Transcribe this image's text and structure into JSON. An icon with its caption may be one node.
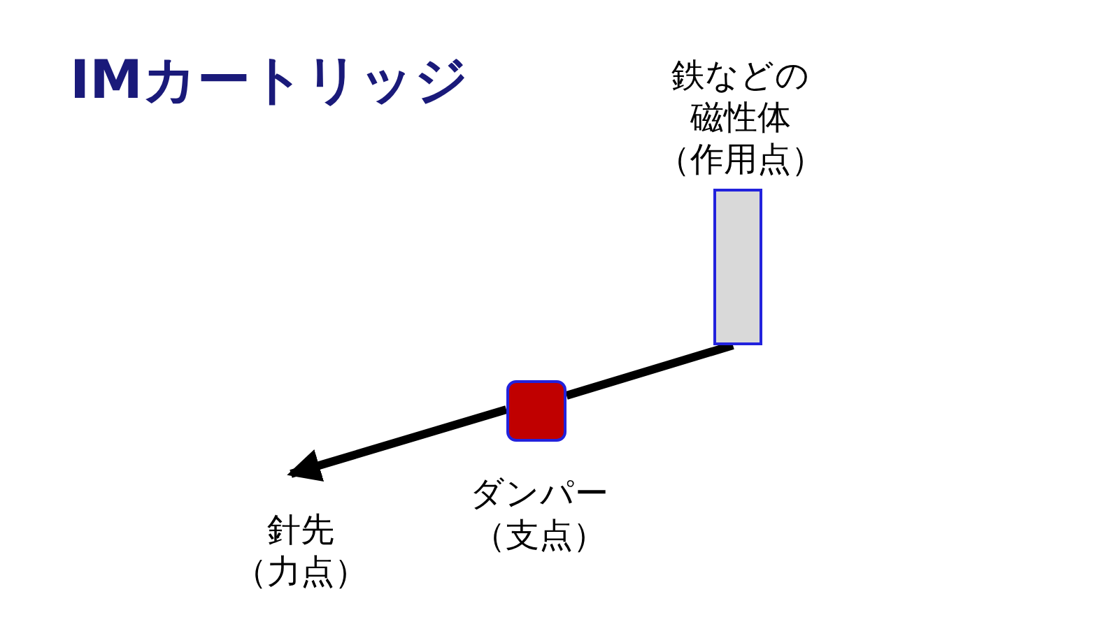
{
  "diagram": {
    "title": "IMカートリッジ",
    "nodes": [
      {
        "text": [
          "鉄などの磁性体",
          "（作用点）"
        ]
      },
      {
        "text": [
          "ダンパー",
          "（支点）"
        ]
      },
      {
        "text": [
          "針先",
          "（力点）"
        ]
      }
    ],
    "edges": [
      {
        "from": 0,
        "to": 1,
        "arrow": "none"
      },
      {
        "from": 1,
        "to": 2,
        "arrow": "to"
      }
    ]
  }
}
